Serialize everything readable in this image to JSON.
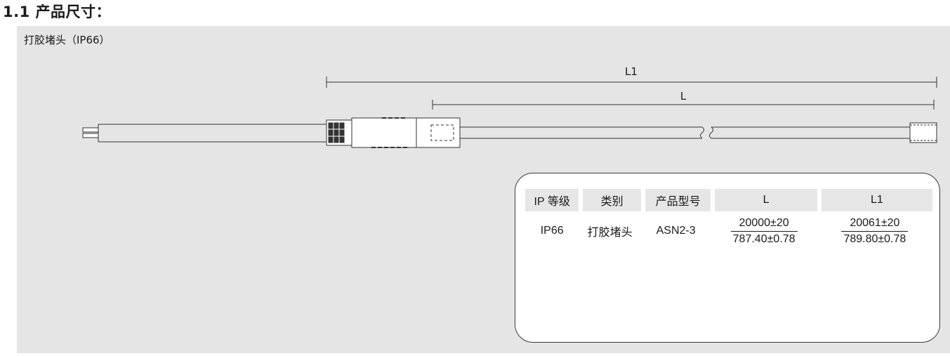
{
  "section": {
    "title": "1.1 产品尺寸："
  },
  "drawing": {
    "caption": "打胶堵头（IP66）",
    "dimensions": {
      "l1_label": "L1",
      "l_label": "L"
    }
  },
  "spec_table": {
    "headers": [
      "IP 等级",
      "类别",
      "产品型号",
      "L",
      "L1"
    ],
    "row": {
      "ip": "IP66",
      "category": "打胶堵头",
      "model": "ASN2-3",
      "L": {
        "mm": "20000±20",
        "inch": "787.40±0.78"
      },
      "L1": {
        "mm": "20061±20",
        "inch": "789.80±0.78"
      }
    }
  }
}
